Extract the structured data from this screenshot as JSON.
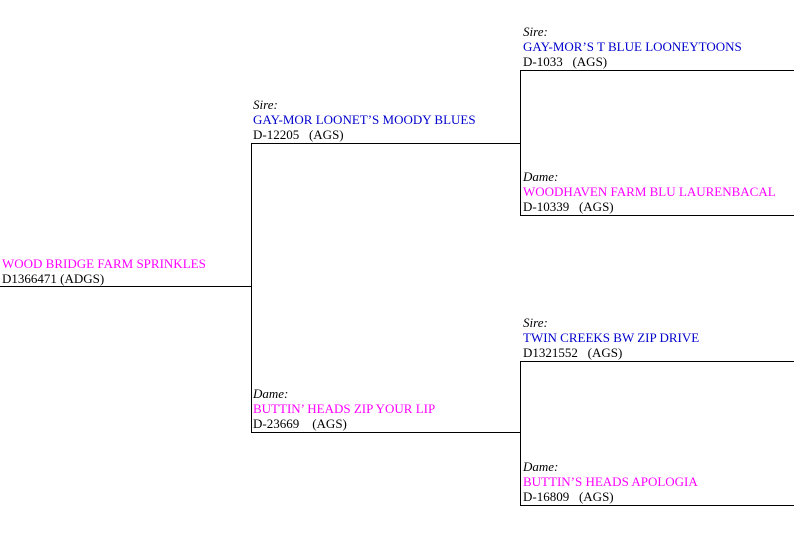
{
  "colors": {
    "sire_name": "#0000CC",
    "dam_name": "#FF00FF",
    "subject_name": "#FF00FF",
    "text": "#000000",
    "connector": "#000000"
  },
  "pedigree": {
    "subject": {
      "name": "WOOD BRIDGE FARM SPRINKLES",
      "reg": "D1366471 (ADGS)"
    },
    "sire": {
      "label": "Sire:",
      "name": "GAY-MOR LOONET’S MOODY BLUES",
      "reg": "D-12205   (AGS)"
    },
    "dam": {
      "label": "Dame:",
      "name": "BUTTIN’ HEADS ZIP YOUR LIP",
      "reg": "D-23669    (AGS)"
    },
    "sire_sire": {
      "label": "Sire:",
      "name": "GAY-MOR’S T BLUE LOONEYTOONS",
      "reg": "D-1033   (AGS)"
    },
    "sire_dam": {
      "label": "Dame:",
      "name": "WOODHAVEN FARM BLU LAURENBACAL",
      "reg": "D-10339   (AGS)"
    },
    "dam_sire": {
      "label": "Sire:",
      "name": "TWIN CREEKS BW ZIP DRIVE",
      "reg": "D1321552   (AGS)"
    },
    "dam_dam": {
      "label": "Dame:",
      "name": "BUTTIN’S HEADS APOLOGIA",
      "reg": "D-16809   (AGS)"
    }
  }
}
